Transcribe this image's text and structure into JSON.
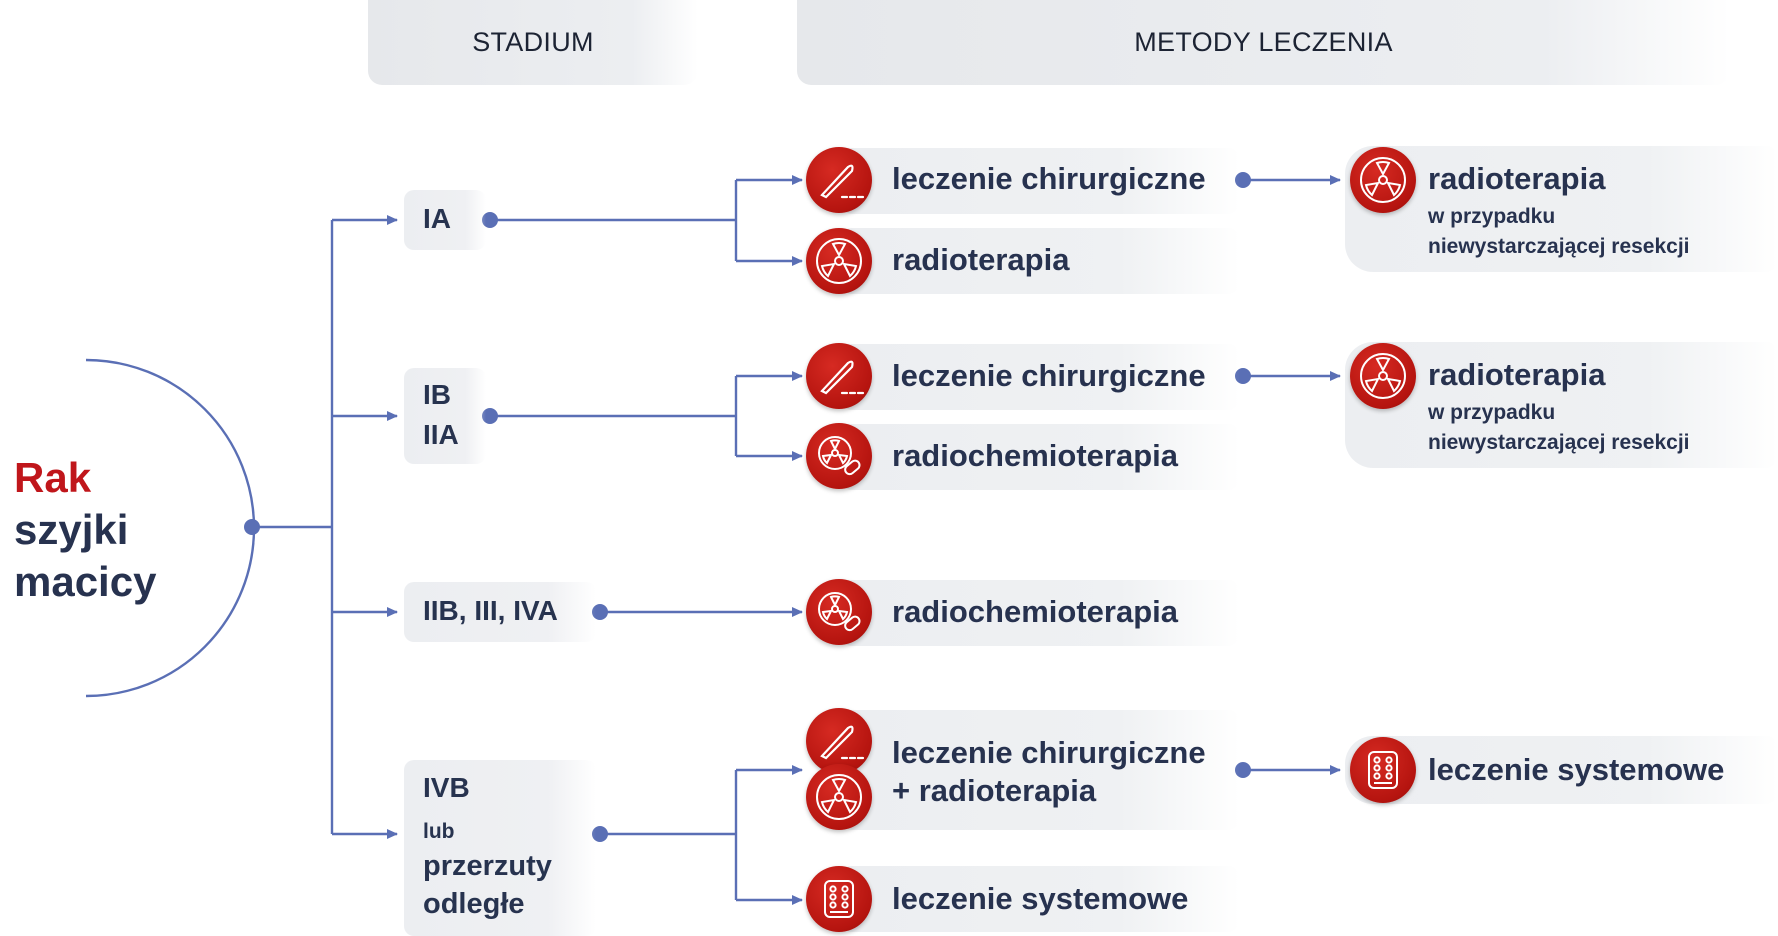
{
  "headers": {
    "stadium": "STADIUM",
    "methods": "METODY LECZENIA"
  },
  "title": {
    "line1": "Rak",
    "line2": "szyjki",
    "line3": "macicy"
  },
  "stages": {
    "ia": "IA",
    "ib": "IB",
    "iia": "IIA",
    "iib": "IIB, III, IVA",
    "ivb": "IVB",
    "lub": "lub",
    "przerzuty": "przerzuty",
    "odlegle": "odległe"
  },
  "methods": {
    "surgery": "leczenie chirurgiczne",
    "radiotherapy": "radioterapia",
    "radiochemo": "radiochemioterapia",
    "surgery_radio_1": "leczenie chirurgiczne",
    "surgery_radio_2": "+ radioterapia",
    "systemic": "leczenie systemowe"
  },
  "followups": {
    "radiotherapy": "radioterapia",
    "condition_1": "w przypadku",
    "condition_2": "niewystarczającej resekcji",
    "systemic": "leczenie systemowe"
  },
  "icons": [
    "scalpel-icon",
    "radiation-icon",
    "radiation-pill-icon",
    "pill-blister-icon"
  ],
  "colors": {
    "accent_red": "#c0161b",
    "line_blue": "#5a6fb5",
    "text_dark": "#27324f"
  }
}
